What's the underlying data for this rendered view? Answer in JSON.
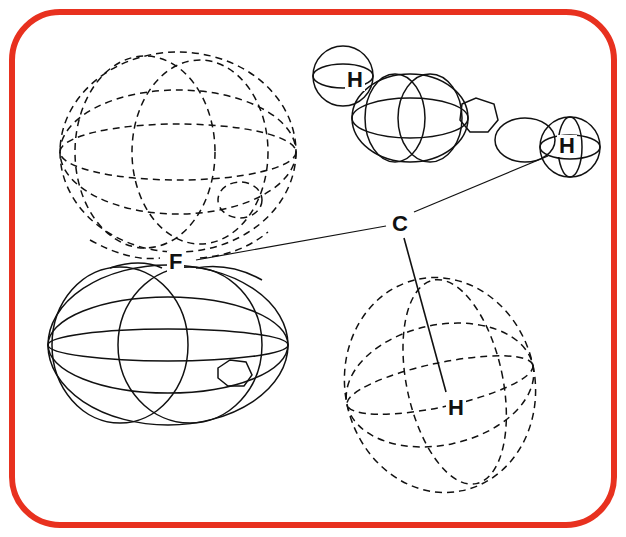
{
  "diagram": {
    "labels": [
      "H",
      "H",
      "C",
      "F",
      "H"
    ]
  }
}
